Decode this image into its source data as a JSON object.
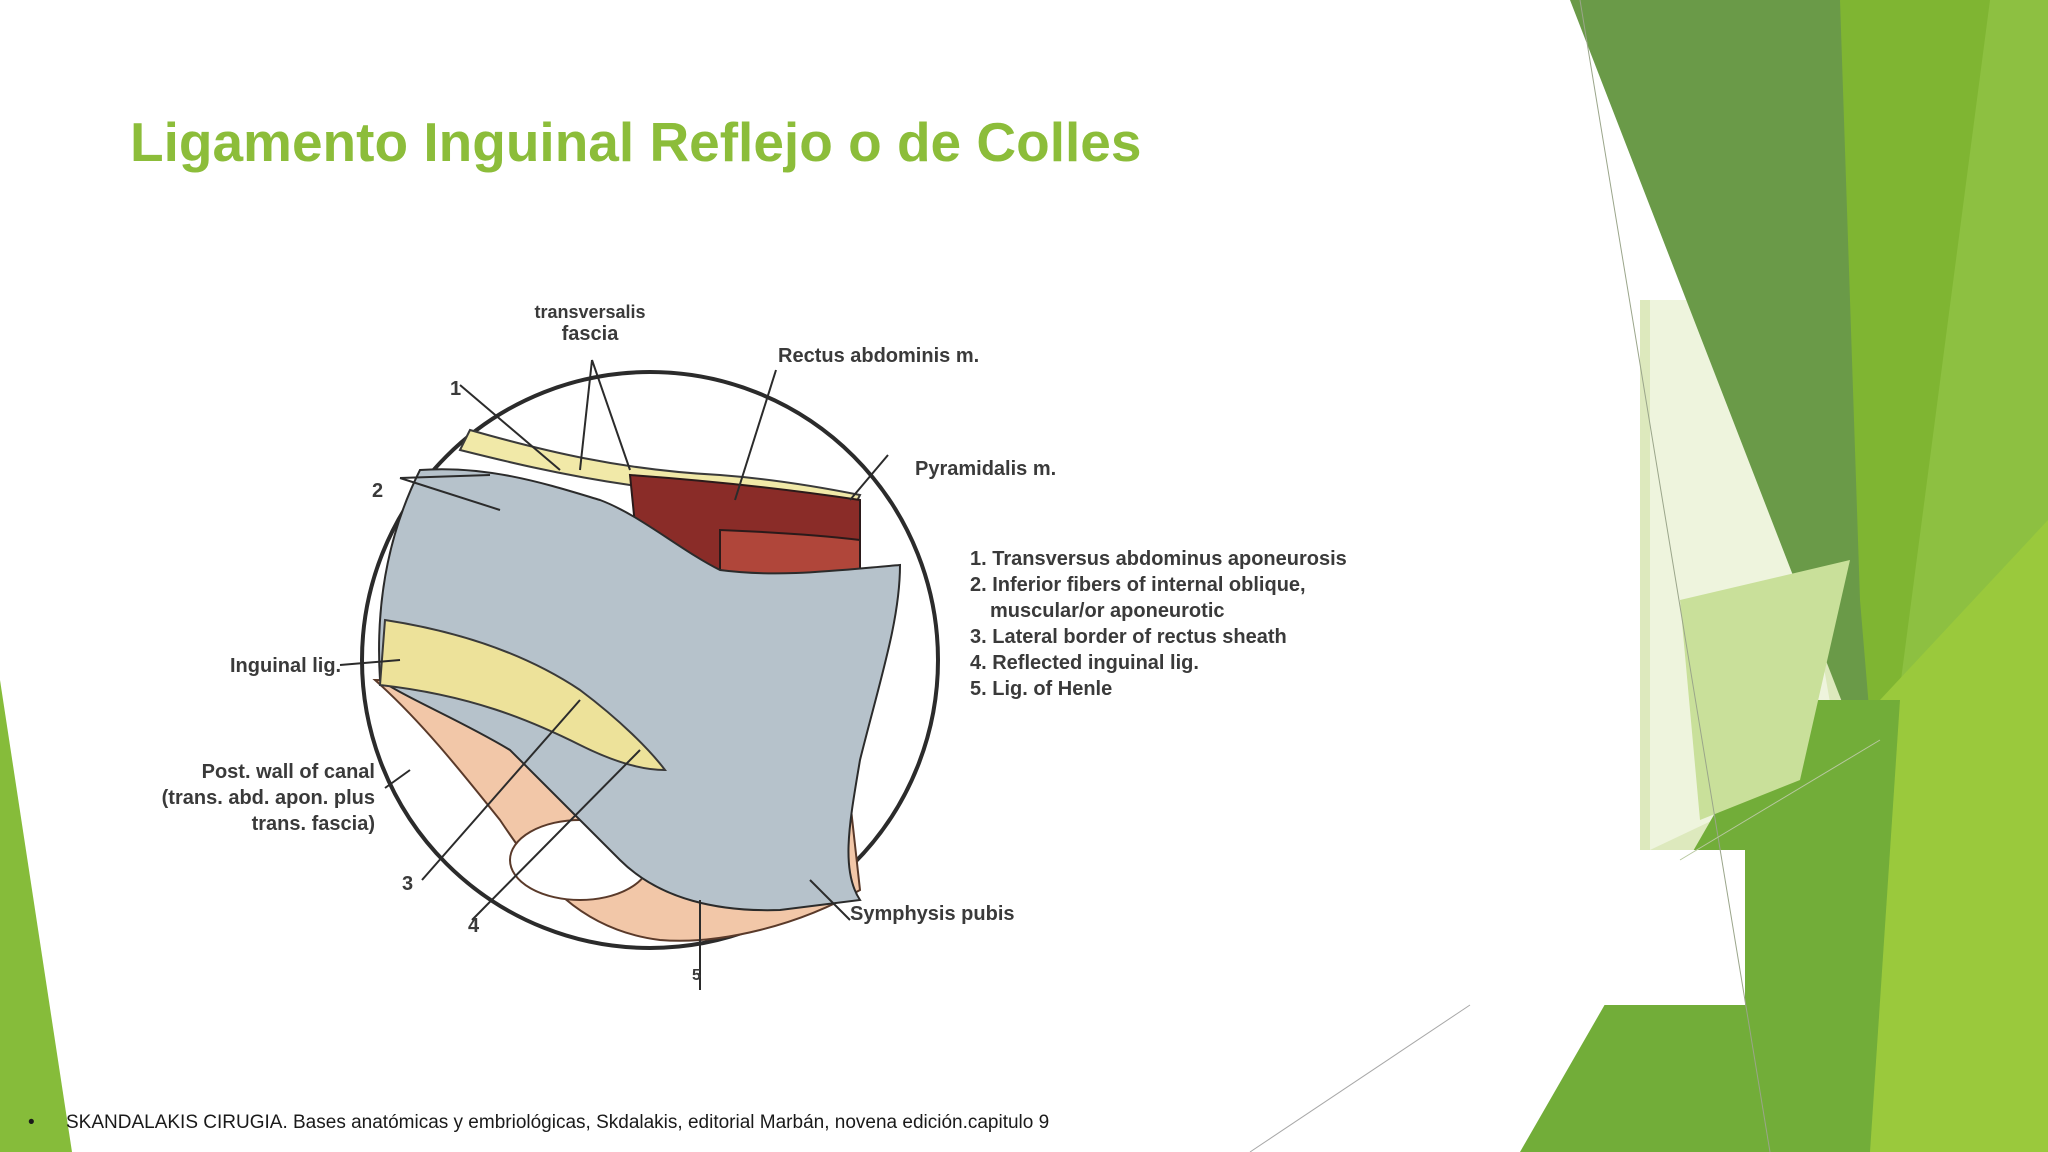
{
  "slide": {
    "title": "Ligamento Inguinal Reflejo o de Colles",
    "citation": "SKANDALAKIS CIRUGIA.  Bases  anatómicas y  embriológicas, Skdalakis, editorial Marbán, novena  edición.capitulo 9",
    "accent_color": "#8cbd3a"
  },
  "figure": {
    "labels": {
      "transversalis_1": "transversalis",
      "transversalis_2": "fascia",
      "rectus": "Rectus abdominis m.",
      "pyramidalis": "Pyramidalis m.",
      "inguinal": "Inguinal lig.",
      "post_wall_1": "Post. wall of canal",
      "post_wall_2": "(trans. abd. apon. plus",
      "post_wall_3": "trans. fascia)",
      "symphysis": "Symphysis pubis",
      "num_1": "1",
      "num_2": "2",
      "num_3": "3",
      "num_4": "4",
      "num_5": "5"
    },
    "legend": [
      "1. Transversus abdominus aponeurosis",
      "2. Inferior fibers of internal oblique,",
      "muscular/or aponeurotic",
      "3. Lateral border of rectus sheath",
      "4. Reflected inguinal lig.",
      "5. Lig. of Henle"
    ]
  }
}
